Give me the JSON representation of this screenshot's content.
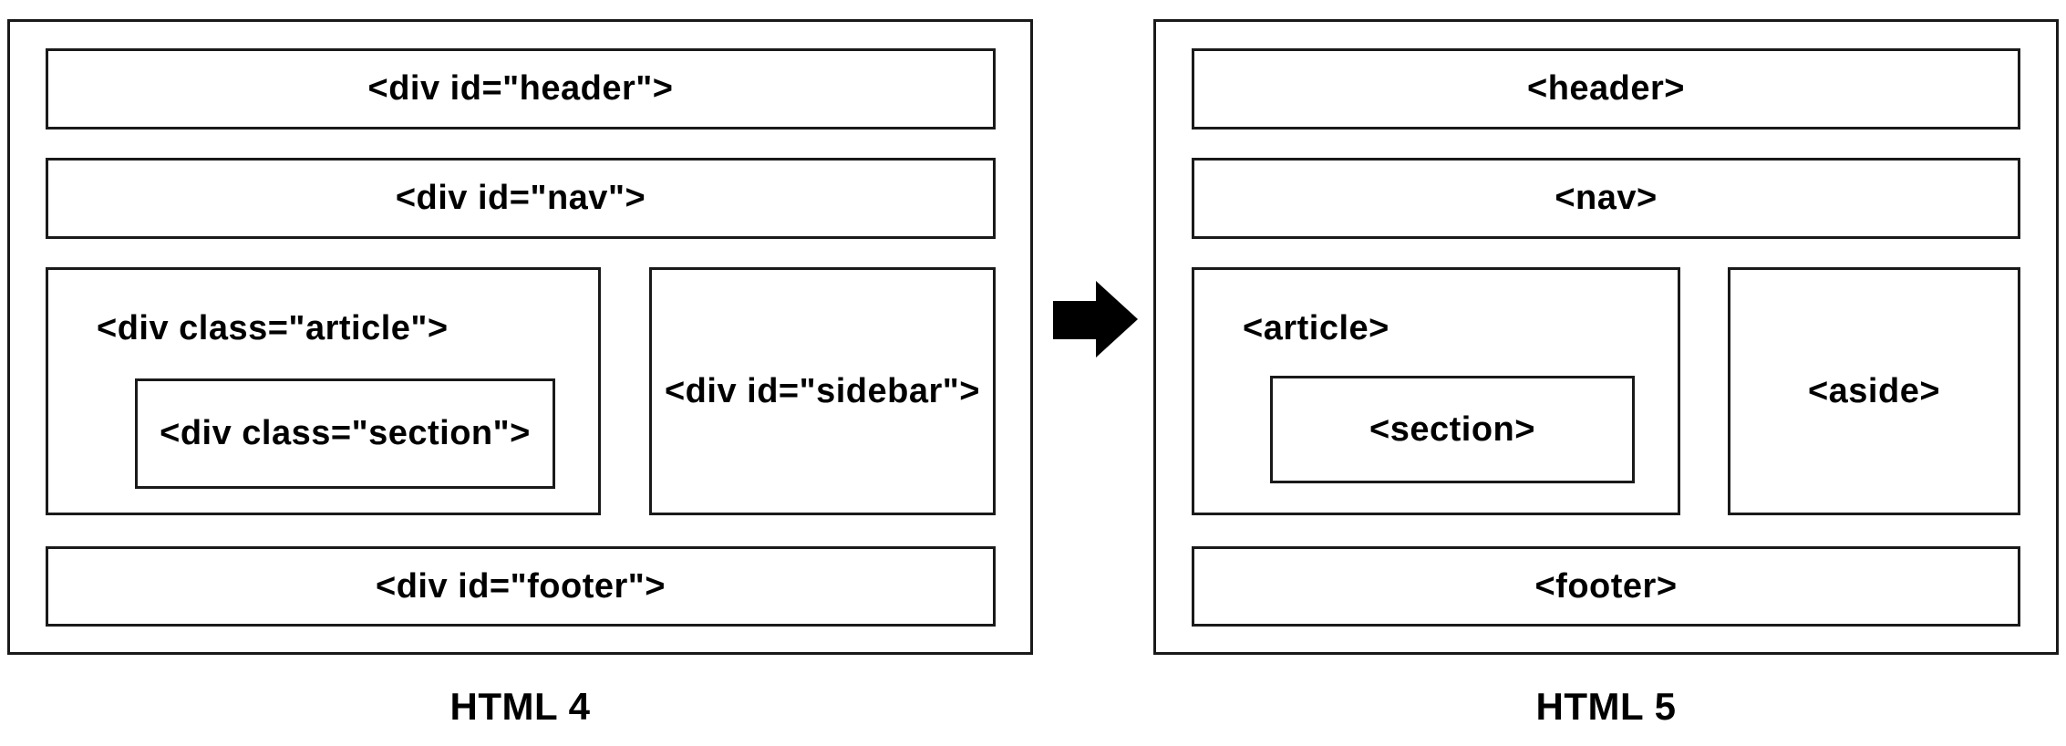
{
  "colors": {
    "border": "#1a1a1a",
    "text": "#000000",
    "background": "#ffffff",
    "arrow": "#000000"
  },
  "html4": {
    "caption": "HTML 4",
    "header": "<div id=\"header\">",
    "nav": "<div id=\"nav\">",
    "article": "<div class=\"article\">",
    "section": "<div class=\"section\">",
    "sidebar": "<div id=\"sidebar\">",
    "footer": "<div id=\"footer\">"
  },
  "arrow": {
    "icon": "right-arrow"
  },
  "html5": {
    "caption": "HTML 5",
    "header": "<header>",
    "nav": "<nav>",
    "article": "<article>",
    "section": "<section>",
    "aside": "<aside>",
    "footer": "<footer>"
  }
}
